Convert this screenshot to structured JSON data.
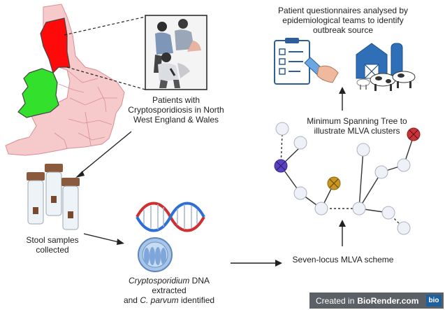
{
  "labels": {
    "patients": [
      "Patients with",
      "Cryptosporidiosis in North",
      "West England & Wales"
    ],
    "questionnaires": [
      "Patient questionnaires analysed by",
      "epidemiological teams to identify",
      "outbreak source"
    ],
    "mst": [
      "Minimum Spanning Tree to",
      "illustrate MLVA clusters"
    ],
    "stool": [
      "Stool samples",
      "collected"
    ],
    "dna_italic_1": "Cryptosporidium",
    "dna_rest_1": " DNA extracted",
    "dna_line2_pre": "and ",
    "dna_italic_2": "C. parvum",
    "dna_line2_post": " identified",
    "mlva": "Seven-locus MLVA scheme"
  },
  "badge": {
    "created": "Created in",
    "brand": "BioRender.com",
    "logo": "bio"
  },
  "colors": {
    "england_fill": "#f6c9cb",
    "highlight_red": "#ff0a0a",
    "wales_green": "#33e02b",
    "node_purple": "#5b40c4",
    "node_gold": "#c9961f",
    "node_red": "#c8343a",
    "node_plain": "#eef1f7"
  }
}
